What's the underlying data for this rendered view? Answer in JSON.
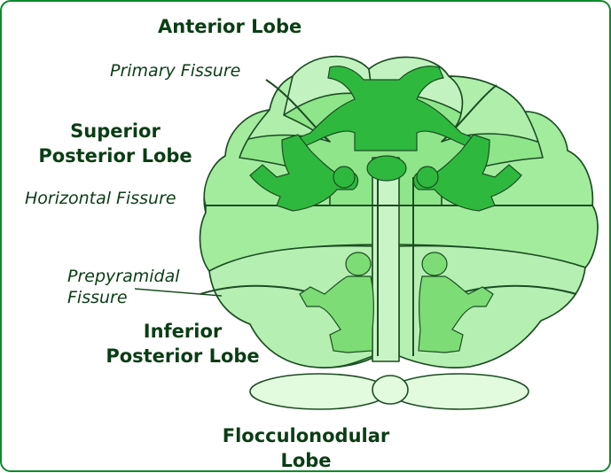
{
  "labels": {
    "anterior_lobe": "Anterior Lobe",
    "primary_fissure": "Primary Fissure",
    "superior_posterior_lobe": [
      "Superior",
      "Posterior Lobe"
    ],
    "horizontal_fissure": "Horizontal Fissure",
    "prepyramidal_fissure": [
      "Prepyramidal",
      "Fissure"
    ],
    "inferior_posterior_lobe": [
      "Inferior",
      "Posterior Lobe"
    ],
    "flocculonodular_lobe": [
      "Flocculonodular",
      "Lobe"
    ]
  },
  "colors": {
    "border": "#0d8a2a",
    "outline": "#1b4d22",
    "lobe_light": "#c2f2c0",
    "lobe_mid": "#a3ec9e",
    "lobe_base": "#8fe58a",
    "figure_dark": "#2fb83e",
    "figure_light": "#7ddc75",
    "text": "#0a3d14"
  }
}
